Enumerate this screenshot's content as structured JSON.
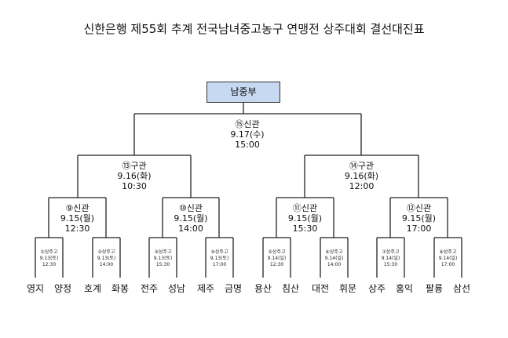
{
  "title": "신한은행 제55회 추계 전국남녀중고농구 연맹전 상주대회 결선대진표",
  "division": "남중부",
  "final": {
    "venue": "⑮신관",
    "date": "9.17(수)",
    "time": "15:00"
  },
  "semis": [
    {
      "venue": "⑬구관",
      "date": "9.16(화)",
      "time": "10:30"
    },
    {
      "venue": "⑭구관",
      "date": "9.16(화)",
      "time": "12:00"
    }
  ],
  "quarters": [
    {
      "venue": "⑨신관",
      "date": "9.15(월)",
      "time": "12:30"
    },
    {
      "venue": "⑩신관",
      "date": "9.15(월)",
      "time": "14:00"
    },
    {
      "venue": "⑪신관",
      "date": "9.15(월)",
      "time": "15:30"
    },
    {
      "venue": "⑫신관",
      "date": "9.15(월)",
      "time": "17:00"
    }
  ],
  "first_round": [
    {
      "venue": "①상주고",
      "date": "9.13(토)",
      "time": "12:30"
    },
    {
      "venue": "②상주고",
      "date": "9.13(토)",
      "time": "14:00"
    },
    {
      "venue": "③상주고",
      "date": "9.13(토)",
      "time": "15:30"
    },
    {
      "venue": "④상주고",
      "date": "9.13(토)",
      "time": "17:00"
    },
    {
      "venue": "⑤상주고",
      "date": "9.14(일)",
      "time": "12:30"
    },
    {
      "venue": "⑥상주고",
      "date": "9.14(일)",
      "time": "14:00"
    },
    {
      "venue": "⑦상주고",
      "date": "9.14(일)",
      "time": "15:30"
    },
    {
      "venue": "⑧상주고",
      "date": "9.14(일)",
      "time": "17:00"
    }
  ],
  "teams": [
    "영지",
    "양정",
    "호계",
    "화봉",
    "전주",
    "성남",
    "제주",
    "금명",
    "용산",
    "침산",
    "대전",
    "휘문",
    "상주",
    "홍익",
    "팔룡",
    "삼선"
  ]
}
